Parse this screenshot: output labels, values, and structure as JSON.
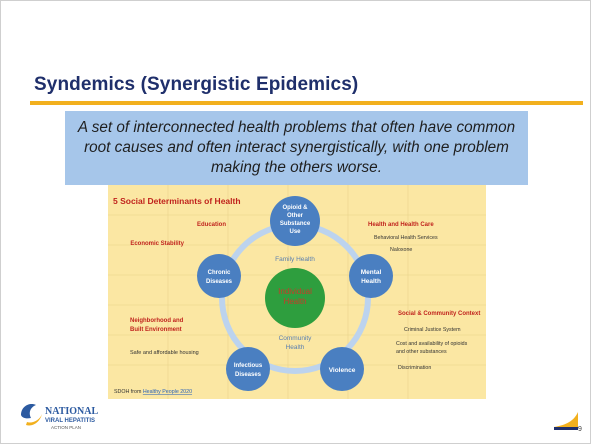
{
  "slide": {
    "title": "Syndemics (Synergistic Epidemics)",
    "subtitle": "A set of interconnected health problems that often have common root causes and often interact synergistically, with one problem making the others worse.",
    "page_number": "9"
  },
  "diagram": {
    "heading": "5 Social Determinants of Health",
    "left_labels": {
      "education": "Education",
      "economic_stability": "Economic Stability",
      "neighborhood_line1": "Neighborhood and",
      "neighborhood_line2": "Built Environment",
      "housing": "Safe and affordable housing"
    },
    "right_labels": {
      "health_care": "Health and Health Care",
      "behavioral": "Behavioral Health Services",
      "naloxone": "Naloxone",
      "social_context": "Social & Community Context",
      "criminal_justice": "Criminal Justice System",
      "cost_line1": "Cost and availability of opioids",
      "cost_line2": "and other substances",
      "discrimination": "Discrimination"
    },
    "center_labels": {
      "family": "Family Health",
      "community_line1": "Community",
      "community_line2": "Health"
    },
    "nodes": {
      "opioid": [
        "Opioid &",
        "Other",
        "Substance",
        "Use"
      ],
      "mental": [
        "Mental",
        "Health"
      ],
      "violence": [
        "Violence"
      ],
      "infectious": [
        "Infectious",
        "Diseases"
      ],
      "chronic": [
        "Chronic",
        "Diseases"
      ],
      "individual": [
        "Individual",
        "Health"
      ]
    },
    "source_prefix": "SDOH from ",
    "source_link": "Healthy People 2020"
  },
  "logo": {
    "line1": "NATIONAL",
    "line2": "VIRAL HEPATITIS",
    "line3": "ACTION PLAN"
  },
  "colors": {
    "title": "#1f2f6b",
    "accent_bar": "#f2b01e",
    "subtitle_box": "#a6c6ea",
    "diagram_bg": "#fbe7a3",
    "node_blue": "#4a7fc1",
    "center_green": "#2e9e3e",
    "red_label": "#c0231d"
  }
}
